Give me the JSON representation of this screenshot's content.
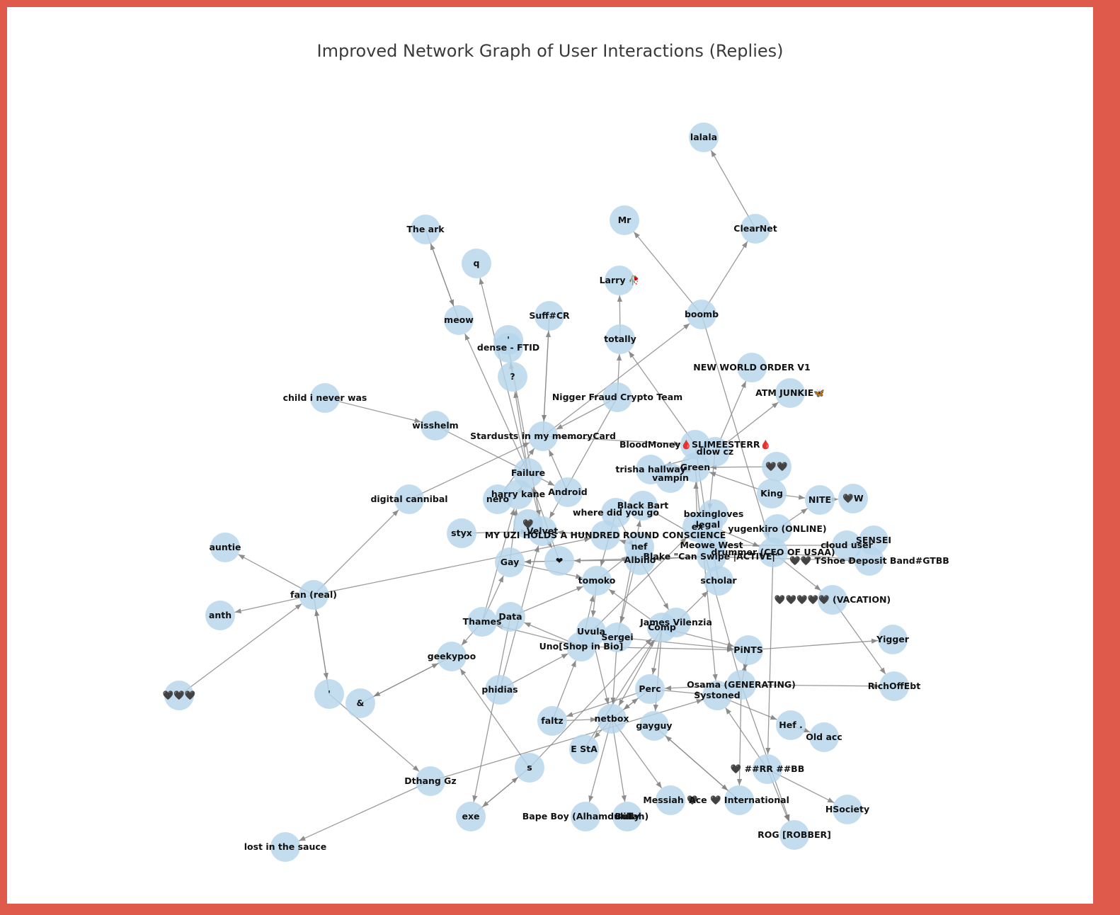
{
  "title": "Improved Network Graph of User Interactions (Replies)",
  "colors": {
    "frame": "#e05a4c",
    "node": "#b6d5ec",
    "edge": "#8a8a8a"
  },
  "nodes": [
    {
      "id": "lalala",
      "label": "lalala"
    },
    {
      "id": "mr",
      "label": "Mr"
    },
    {
      "id": "clearnet",
      "label": "ClearNet"
    },
    {
      "id": "theark",
      "label": "The ark"
    },
    {
      "id": "q",
      "label": "q"
    },
    {
      "id": "larry",
      "label": "Larry 🥀"
    },
    {
      "id": "suffcr",
      "label": "Suff#CR"
    },
    {
      "id": "boomb",
      "label": "boomb"
    },
    {
      "id": "meow",
      "label": "meow"
    },
    {
      "id": "totally",
      "label": "totally"
    },
    {
      "id": "dense",
      "label": "dense - FTID"
    },
    {
      "id": "nwo",
      "label": "NEW WORLD ORDER V1"
    },
    {
      "id": "qmark",
      "label": "?"
    },
    {
      "id": "atm",
      "label": "ATM JUNKIE🦋"
    },
    {
      "id": "childnever",
      "label": "child i never was"
    },
    {
      "id": "nfct",
      "label": "Nigger Fraud Crypto Team"
    },
    {
      "id": "wisshelm",
      "label": "wisshelm"
    },
    {
      "id": "stardusts",
      "label": "Stardusts in my memoryCard"
    },
    {
      "id": "bloodmoney",
      "label": "BloodMoney🩸SLIMEESTERR🩸"
    },
    {
      "id": "dlowcz",
      "label": "dlow cz"
    },
    {
      "id": "cjk2",
      "label": "🖤🖤"
    },
    {
      "id": "green",
      "label": "Green"
    },
    {
      "id": "trisha",
      "label": "trisha hallway"
    },
    {
      "id": "vampin",
      "label": "vampin"
    },
    {
      "id": "failure",
      "label": "Failure"
    },
    {
      "id": "king",
      "label": "King"
    },
    {
      "id": "digitalcannibal",
      "label": "digital cannibal"
    },
    {
      "id": "harrykane",
      "label": "harry kane"
    },
    {
      "id": "android",
      "label": "Android"
    },
    {
      "id": "nero",
      "label": "nero"
    },
    {
      "id": "nite",
      "label": "NITE"
    },
    {
      "id": "w",
      "label": "🖤W"
    },
    {
      "id": "blackbart",
      "label": "Black Bart"
    },
    {
      "id": "wheredid",
      "label": "where did you go"
    },
    {
      "id": "boxing",
      "label": "boxingloves"
    },
    {
      "id": "legal",
      "label": "legal"
    },
    {
      "id": "ex",
      "label": "ex"
    },
    {
      "id": "yugen",
      "label": "yugenkiro (ONLINE)"
    },
    {
      "id": "styx",
      "label": "styx"
    },
    {
      "id": "velvet",
      "label": "Velvet"
    },
    {
      "id": "sq",
      "label": "🖤"
    },
    {
      "id": "uzi",
      "label": "MY UZI HOLDS A HUNDRED ROUND CONSCIENCE"
    },
    {
      "id": "sensei",
      "label": "SENSEI"
    },
    {
      "id": "clouduser",
      "label": "cloud user"
    },
    {
      "id": "auntie",
      "label": "auntie"
    },
    {
      "id": "nef",
      "label": "nef"
    },
    {
      "id": "meowe",
      "label": "Meowe West"
    },
    {
      "id": "blake",
      "label": "Blake \"Can Swipe |ACTIVE|\""
    },
    {
      "id": "drummer",
      "label": "drummer (CEO OF USAA)"
    },
    {
      "id": "shoe",
      "label": "🖤🖤 TShoe Deposit Band#GTBB"
    },
    {
      "id": "gay",
      "label": "Gay"
    },
    {
      "id": "heart",
      "label": "❤"
    },
    {
      "id": "albino",
      "label": "Albino"
    },
    {
      "id": "fanreal",
      "label": "fan (real)"
    },
    {
      "id": "tomoko",
      "label": "tomoko"
    },
    {
      "id": "scholar",
      "label": "scholar"
    },
    {
      "id": "vacation",
      "label": "🖤🖤🖤🖤🖤 (VACATION)"
    },
    {
      "id": "anth",
      "label": "anth"
    },
    {
      "id": "thames",
      "label": "Thames"
    },
    {
      "id": "data",
      "label": "Data"
    },
    {
      "id": "jamesv",
      "label": "James Vilenzia"
    },
    {
      "id": "comp",
      "label": "Comp"
    },
    {
      "id": "uvula",
      "label": "Uvula"
    },
    {
      "id": "sergei",
      "label": "Sergei"
    },
    {
      "id": "yigger",
      "label": "Yigger"
    },
    {
      "id": "uno",
      "label": "Uno[Shop in Bio]"
    },
    {
      "id": "pints",
      "label": "PiNTS"
    },
    {
      "id": "geekypoo",
      "label": "geekypoo"
    },
    {
      "id": "cjk3",
      "label": "🖤🖤🖤"
    },
    {
      "id": "apos",
      "label": "'"
    },
    {
      "id": "amp",
      "label": "&"
    },
    {
      "id": "phidias",
      "label": "phidias"
    },
    {
      "id": "osama",
      "label": "Osama (GENERATING)"
    },
    {
      "id": "systoned",
      "label": "Systoned"
    },
    {
      "id": "perc",
      "label": "Perc"
    },
    {
      "id": "richoff",
      "label": "RichOffEbt"
    },
    {
      "id": "faltz",
      "label": "faltz"
    },
    {
      "id": "netbox",
      "label": "netbox"
    },
    {
      "id": "gayguy",
      "label": "gayguy"
    },
    {
      "id": "hef",
      "label": "Hef ."
    },
    {
      "id": "oldacc",
      "label": "Old acc"
    },
    {
      "id": "esta",
      "label": "E StA"
    },
    {
      "id": "s",
      "label": "s"
    },
    {
      "id": "rrbb",
      "label": "🖤 ##RR ##BB"
    },
    {
      "id": "dthang",
      "label": "Dthang Gz"
    },
    {
      "id": "messiah",
      "label": "Messiah 🖤"
    },
    {
      "id": "ace",
      "label": "Ace 🖤 International"
    },
    {
      "id": "hsociety",
      "label": "HSociety"
    },
    {
      "id": "exe",
      "label": "exe"
    },
    {
      "id": "bapeboy",
      "label": "Bape Boy (Alhamdulillah)"
    },
    {
      "id": "bully",
      "label": "Bully"
    },
    {
      "id": "rog",
      "label": "ROG [ROBBER]"
    },
    {
      "id": "lostsauce",
      "label": "lost in the sauce"
    },
    {
      "id": "tick",
      "label": "'"
    }
  ],
  "edges": [
    [
      "clearnet",
      "lalala"
    ],
    [
      "boomb",
      "clearnet"
    ],
    [
      "boomb",
      "mr"
    ],
    [
      "meow",
      "theark"
    ],
    [
      "theark",
      "meow"
    ],
    [
      "failure",
      "q"
    ],
    [
      "totally",
      "larry"
    ],
    [
      "stardusts",
      "suffcr"
    ],
    [
      "suffcr",
      "stardusts"
    ],
    [
      "stardusts",
      "boomb"
    ],
    [
      "failure",
      "meow"
    ],
    [
      "bloodmoney",
      "totally"
    ],
    [
      "dlowcz",
      "nwo"
    ],
    [
      "dlowcz",
      "atm"
    ],
    [
      "failure",
      "qmark"
    ],
    [
      "childnever",
      "wisshelm"
    ],
    [
      "wisshelm",
      "android"
    ],
    [
      "nfct",
      "totally"
    ],
    [
      "boomb",
      "drummer"
    ],
    [
      "stardusts",
      "bloodmoney"
    ],
    [
      "cjk2",
      "green"
    ],
    [
      "king",
      "nite"
    ],
    [
      "nite",
      "w"
    ],
    [
      "yugen",
      "nite"
    ],
    [
      "digitalcannibal",
      "stardusts"
    ],
    [
      "fanreal",
      "digitalcannibal"
    ],
    [
      "fanreal",
      "auntie"
    ],
    [
      "fanreal",
      "anth"
    ],
    [
      "cjk3",
      "fanreal"
    ],
    [
      "fanreal",
      "apos"
    ],
    [
      "apos",
      "fanreal"
    ],
    [
      "fanreal",
      "uzi"
    ],
    [
      "styx",
      "velvet"
    ],
    [
      "velvet",
      "failure"
    ],
    [
      "harrykane",
      "failure"
    ],
    [
      "nero",
      "stardusts"
    ],
    [
      "android",
      "stardusts"
    ],
    [
      "gay",
      "tomoko"
    ],
    [
      "heart",
      "gay"
    ],
    [
      "albino",
      "heart"
    ],
    [
      "tomoko",
      "uvula"
    ],
    [
      "thames",
      "gay"
    ],
    [
      "data",
      "tomoko"
    ],
    [
      "uno",
      "data"
    ],
    [
      "thames",
      "geekypoo"
    ],
    [
      "amp",
      "geekypoo"
    ],
    [
      "geekypoo",
      "amp"
    ],
    [
      "phidias",
      "uno"
    ],
    [
      "s",
      "geekypoo"
    ],
    [
      "s",
      "exe"
    ],
    [
      "exe",
      "s"
    ],
    [
      "data",
      "exe"
    ],
    [
      "dthang",
      "lostsauce"
    ],
    [
      "apos",
      "dthang"
    ],
    [
      "dthang",
      "systoned"
    ],
    [
      "perc",
      "faltz"
    ],
    [
      "faltz",
      "uno"
    ],
    [
      "netbox",
      "esta"
    ],
    [
      "netbox",
      "bapeboy"
    ],
    [
      "netbox",
      "bully"
    ],
    [
      "netbox",
      "messiah"
    ],
    [
      "ace",
      "gayguy"
    ],
    [
      "gayguy",
      "ace"
    ],
    [
      "osama",
      "richoff"
    ],
    [
      "systoned",
      "hef"
    ],
    [
      "hef",
      "oldacc"
    ],
    [
      "rrbb",
      "hsociety"
    ],
    [
      "osama",
      "rog"
    ],
    [
      "rrbb",
      "rog"
    ],
    [
      "osama",
      "ace"
    ],
    [
      "pints",
      "yigger"
    ],
    [
      "comp",
      "pints"
    ],
    [
      "uno",
      "pints"
    ],
    [
      "vacation",
      "richoff"
    ],
    [
      "drummer",
      "vacation"
    ],
    [
      "drummer",
      "shoe"
    ],
    [
      "clouduser",
      "sensei"
    ],
    [
      "meowe",
      "clouduser"
    ],
    [
      "blake",
      "shoe"
    ],
    [
      "scholar",
      "legal"
    ],
    [
      "jamesv",
      "scholar"
    ],
    [
      "comp",
      "tomoko"
    ],
    [
      "comp",
      "perc"
    ],
    [
      "comp",
      "gayguy"
    ],
    [
      "comp",
      "netbox"
    ],
    [
      "sergei",
      "netbox"
    ],
    [
      "uvula",
      "netbox"
    ],
    [
      "perc",
      "systoned"
    ],
    [
      "osama",
      "perc"
    ],
    [
      "netbox",
      "perc"
    ],
    [
      "esta",
      "comp"
    ],
    [
      "s",
      "comp"
    ],
    [
      "blackbart",
      "wheredid"
    ],
    [
      "wheredid",
      "albino"
    ],
    [
      "nef",
      "uzi"
    ],
    [
      "uzi",
      "velvet"
    ],
    [
      "green",
      "vampin"
    ],
    [
      "trisha",
      "green"
    ],
    [
      "vampin",
      "trisha"
    ],
    [
      "dlowcz",
      "trisha"
    ],
    [
      "ex",
      "green"
    ],
    [
      "boxing",
      "legal"
    ],
    [
      "legal",
      "drummer"
    ],
    [
      "drummer",
      "albino"
    ],
    [
      "blake",
      "gay"
    ],
    [
      "heart",
      "failure"
    ],
    [
      "velvet",
      "heart"
    ],
    [
      "gay",
      "harrykane"
    ],
    [
      "thames",
      "harrykane"
    ],
    [
      "nfct",
      "velvet"
    ],
    [
      "nfct",
      "stardusts"
    ],
    [
      "wheredid",
      "tomoko"
    ],
    [
      "tomoko",
      "nef"
    ],
    [
      "albino",
      "jamesv"
    ],
    [
      "sergei",
      "blackbart"
    ],
    [
      "uno",
      "tomoko"
    ],
    [
      "uvula",
      "uno"
    ],
    [
      "uno",
      "thames"
    ],
    [
      "pints",
      "osama"
    ],
    [
      "osama",
      "pints"
    ],
    [
      "rrbb",
      "systoned"
    ],
    [
      "osama",
      "ex"
    ],
    [
      "green",
      "systoned"
    ],
    [
      "bloodmoney",
      "blake"
    ],
    [
      "king",
      "green"
    ],
    [
      "dlowcz",
      "legal"
    ],
    [
      "blackbart",
      "meowe"
    ],
    [
      "uvula",
      "ex"
    ],
    [
      "nef",
      "sergei"
    ],
    [
      "qmark",
      "dense"
    ],
    [
      "dense",
      "velvet"
    ],
    [
      "perc",
      "netbox"
    ],
    [
      "faltz",
      "netbox"
    ],
    [
      "phidias",
      "velvet"
    ],
    [
      "sergei",
      "pints"
    ],
    [
      "drummer",
      "rrbb"
    ]
  ]
}
